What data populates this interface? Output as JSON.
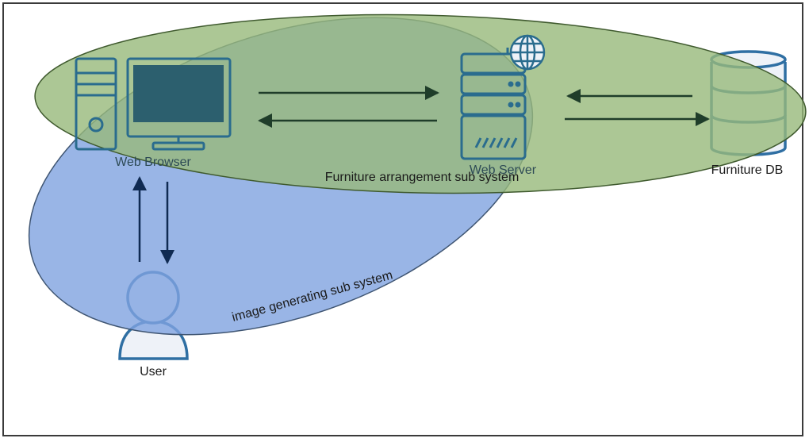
{
  "nodes": {
    "web_browser": "Web Browser",
    "web_server": "Web Server",
    "furniture_db": "Furniture DB",
    "user": "User"
  },
  "subsystems": {
    "furniture_arrangement": "Furniture arrangement sub system",
    "image_generating": "image generating sub system"
  },
  "colors": {
    "green_ellipse": "#9cbd82",
    "blue_ellipse": "#8aace6",
    "icon_stroke": "#2f6fa3",
    "icon_fill": "#dfe9f5",
    "arrow_dark_green": "#1f3d2a",
    "arrow_navy": "#0f2a52"
  }
}
